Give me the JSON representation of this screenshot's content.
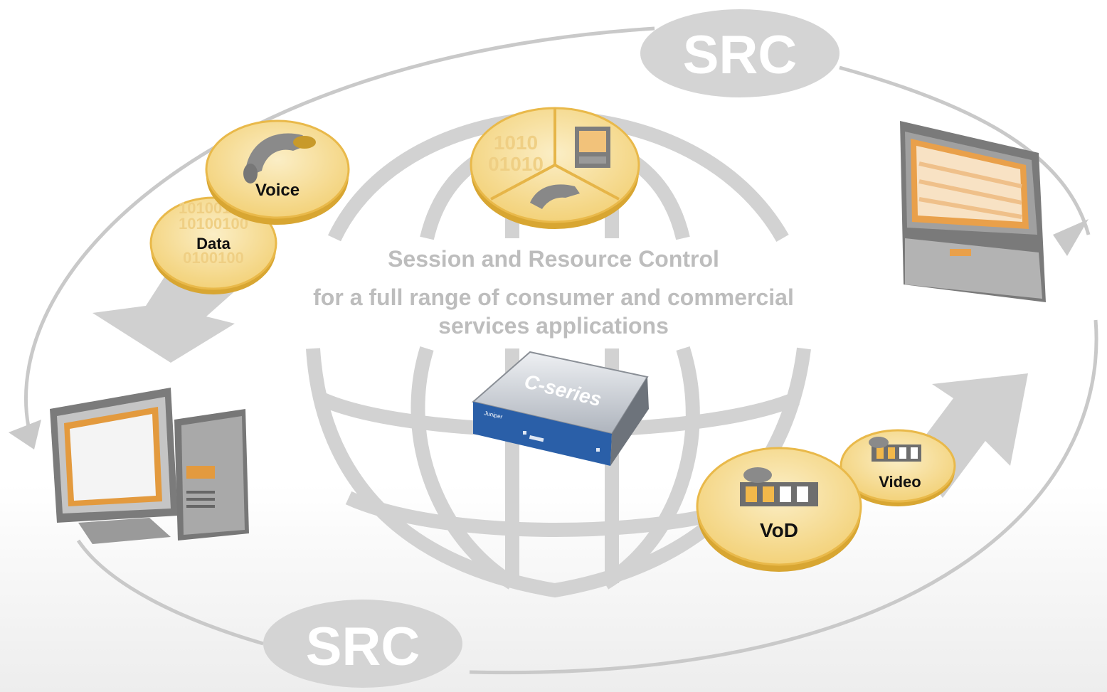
{
  "diagram": {
    "src_label_top": "SRC",
    "src_label_bottom": "SRC",
    "title_line": "Session and Resource Control",
    "subtitle_line1": "for a full range of consumer and commercial",
    "subtitle_line2": "services applications",
    "device_label": "C-series",
    "device_brand": "Juniper",
    "coins": {
      "voice": "Voice",
      "data": "Data",
      "vod": "VoD",
      "video": "Video"
    },
    "binary_text": "1010",
    "colors": {
      "coin_gold": "#f1c34f",
      "coin_light": "#f9e6b0",
      "ring_gray": "#c9c9c9",
      "globe_gray": "#cfcfcf",
      "device_blue": "#2a5fa8",
      "screen_orange": "#e9a04a"
    }
  }
}
